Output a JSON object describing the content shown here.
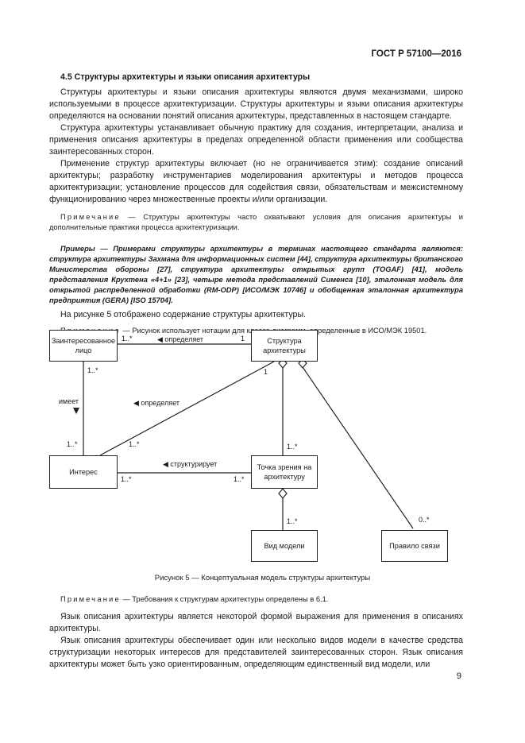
{
  "header": "ГОСТ Р 57100—2016",
  "section_heading": "4.5 Структуры архитектуры и языки описания архитектуры",
  "paragraphs": [
    "Структуры архитектуры и языки описания архитектуры являются двумя механизмами, широко используемыми в процессе архитектуризации. Структуры архитектуры и языки описания архитектуры определяются на основании понятий описания архитектуры, представленных в настоящем стандарте.",
    "Структура архитектуры устанавливает обычную практику для создания, интерпретации, анализа и применения описания архитектуры в пределах определенной области применения или сообщества заинтересованных сторон.",
    "Применение структур архитектуры включает (но не ограничивается этим): создание описаний архитектуры; разработку инструментариев моделирования архитектуры и методов процесса архитектуризации; установление процессов для содействия связи, обязательствам и межсистемному функционированию через множественные проекты и/или организации."
  ],
  "note1_label": "Примечание",
  "note1_text": " — Структуры архитектуры часто охватывают условия для описания архитектуры и дополнительные практики процесса архитектуризации.",
  "examples": "Примеры — Примерами структуры архитектуры в терминах настоящего стандарта являются: структура архитектуры Захмана для информационных систем [44], структура архитектуры британского Министерства обороны [27], структура архитектуры открытых групп (TOGAF) [41], модель представления Крухтена «4+1» [23], четыре метода представлений Сименса [10], эталонная модель для открытой распределенной обработки (RM-ODP) [ИСО/МЭК 10746] и обобщенная эталонная архитектура предприятия (GERA) [ISO 15704].",
  "intro": "На рисунке 5 отображено содержание структуры архитектуры.",
  "note2_label": "Примечание",
  "note2_text": " — Рисунок использует нотации для класса диаграмм, определенные в ИСО/МЭК 19501.",
  "diagram": {
    "stakeholder": "Заинтересованное лицо",
    "framework": "Структура архитектуры",
    "concern": "Интерес",
    "viewpoint": "Точка зрения на архитектуру",
    "model_kind": "Вид модели",
    "correspondence_rule": "Правило связи",
    "rel_defines_1": "◀ определяет",
    "rel_defines_2": "◀ определяет",
    "rel_has": "имеет",
    "rel_frames": "◀ структурирует",
    "m_1star_a": "1..*",
    "m_1_a": "1",
    "m_1star_b": "1..*",
    "m_1_b": "1",
    "m_1star_c": "1..*",
    "m_1star_d": "1..*",
    "m_1star_e": "1..*",
    "m_1star_f": "1..*",
    "m_1star_g": "1..*",
    "m_1star_h": "1..*",
    "m_0star": "0..*"
  },
  "caption": "Рисунок 5 — Концептуальная модель структуры архитектуры",
  "note3_label": "Примечание",
  "note3_text": " — Требования к структурам архитектуры определены в 6.1.",
  "after_paragraphs": [
    "Язык описания архитектуры является некоторой формой выражения для применения в описаниях архитектуры.",
    "Язык описания архитектуры обеспечивает один или несколько видов модели в качестве средства структуризации некоторых интересов для представителей заинтересованных сторон. Язык описания архитектуры может быть узко ориентированным, определяющим единственный вид модели, или"
  ],
  "page_number": "9"
}
